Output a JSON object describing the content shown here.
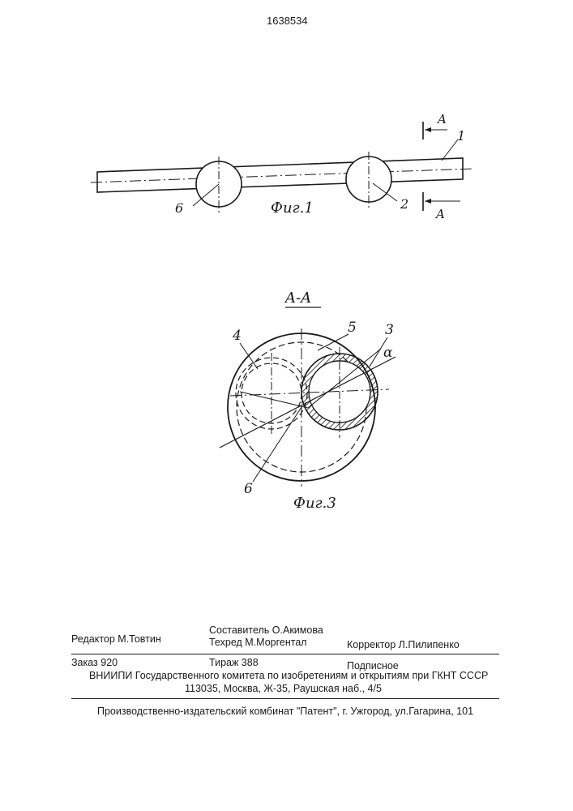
{
  "header": {
    "patent_number": "1638534"
  },
  "figure1": {
    "caption": "Фиг.1",
    "labels": {
      "part_1": "1",
      "part_2": "2",
      "part_6": "6",
      "section_top": "A",
      "section_bottom": "A"
    }
  },
  "figure3": {
    "section_title": "A-A",
    "caption": "Фиг.3",
    "labels": {
      "part_3": "3",
      "part_4": "4",
      "part_5": "5",
      "part_6": "6",
      "angle": "α"
    }
  },
  "footer": {
    "compiler": "Составитель О.Акимова",
    "editor": "Редактор М.Товтин",
    "tech_editor": "Техред М.Моргентал",
    "corrector": "Корректор Л.Пилипенко",
    "order": "Заказ 920",
    "circulation": "Тираж 388",
    "subscription": "Подписное",
    "org_line": "ВНИИПИ Государственного комитета по изобретениям и открытиям при ГКНТ СССР",
    "address_line": "113035, Москва, Ж-35, Раушская наб., 4/5",
    "publisher_line": "Производственно-издательский комбинат \"Патент\", г. Ужгород, ул.Гагарина, 101"
  }
}
